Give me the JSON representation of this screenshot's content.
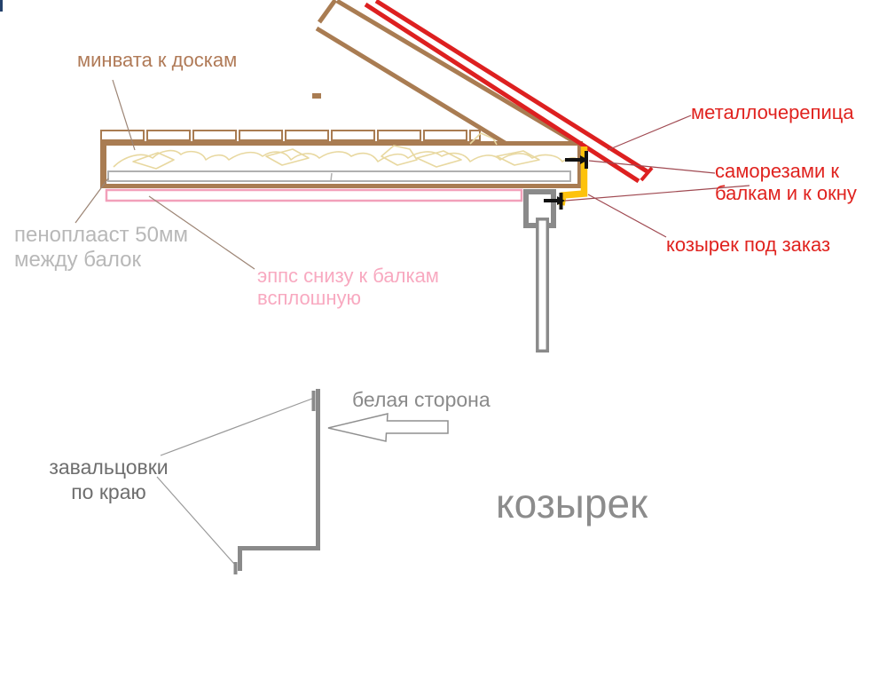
{
  "title": "canopy-construction-detail-diagram",
  "annotations": {
    "minvata": {
      "text": "минвата к доскам",
      "color": "#b07a57"
    },
    "metal": {
      "text": "металлочерепица",
      "color": "#e0231f"
    },
    "samorez": {
      "line1": "саморезами к",
      "line2": "балкам и к окну",
      "color": "#e0231f"
    },
    "kozyrek_zakaz": {
      "text": "козырек под заказ",
      "color": "#e0231f"
    },
    "penoplast": {
      "line1": "пеноплааст 50мм",
      "line2": "между балок",
      "color": "#b8b8b8"
    },
    "epps": {
      "line1": "эппс снизу к балкам",
      "line2": "всплошную",
      "color": "#f8a9c0"
    },
    "belaya_storona": {
      "text": "белая сторона",
      "color": "#8a8a8a"
    },
    "zavaltsovki": {
      "line1": "завальцовки",
      "line2": "по краю",
      "color": "#6e6e6e"
    },
    "kozyrek_big": {
      "text": "козырек",
      "color": "#8c8c8c"
    }
  },
  "colors": {
    "structure_brown": "#a97c52",
    "metal_red": "#dd2020",
    "leader_maroon": "#a04a52",
    "leader_gray_brown": "#9c8474",
    "leader_gray": "#999999",
    "wool_beige": "#e8d8a0",
    "foam_border_gray": "#b0b0b0",
    "epps_border_pink": "#f2a0ba",
    "flashing_yellow": "#fdc20c",
    "profile_gray": "#8a8a8a",
    "screw_black": "#111111",
    "corner_mark_blue": "#24416b"
  }
}
